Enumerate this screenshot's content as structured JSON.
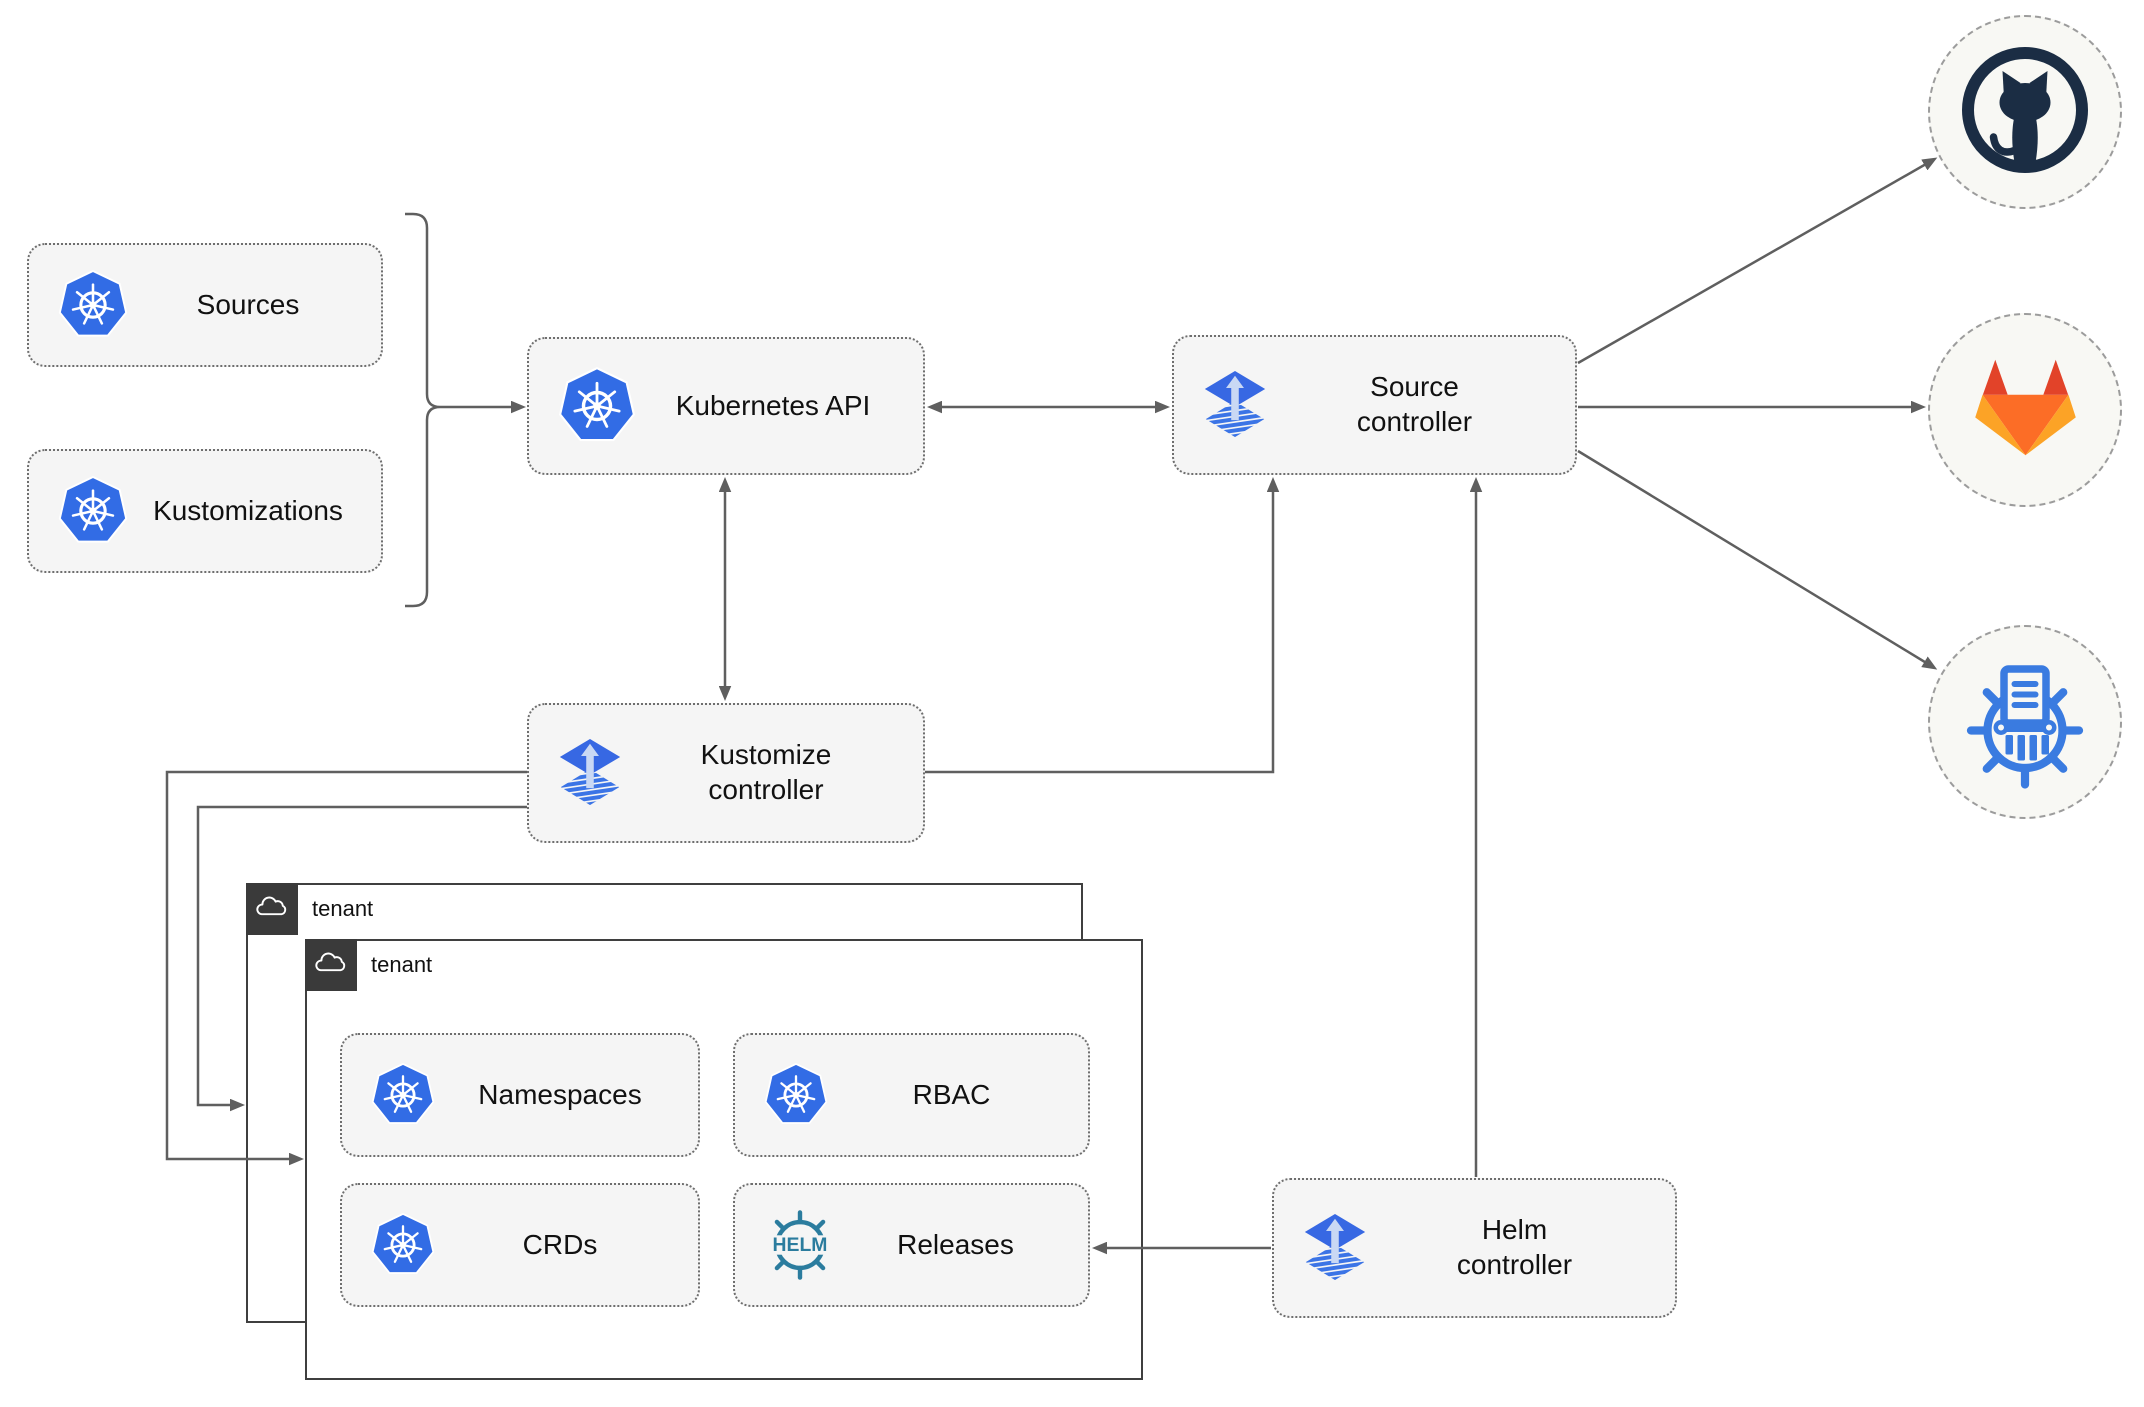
{
  "nodes": {
    "sources": {
      "label": "Sources"
    },
    "kustomizations": {
      "label": "Kustomizations"
    },
    "kubernetes_api": {
      "label": "Kubernetes API"
    },
    "source_controller": {
      "label": "Source controller"
    },
    "kustomize_controller": {
      "label": "Kustomize controller"
    },
    "helm_controller": {
      "label": "Helm controller"
    },
    "namespaces": {
      "label": "Namespaces"
    },
    "rbac": {
      "label": "RBAC"
    },
    "crds": {
      "label": "CRDs"
    },
    "releases": {
      "label": "Releases"
    }
  },
  "tenants": {
    "back": {
      "label": "tenant"
    },
    "front": {
      "label": "tenant"
    }
  },
  "logos": {
    "helm_text": "HELM"
  },
  "endpoints": {
    "github": {
      "icon": "github-icon"
    },
    "gitlab": {
      "icon": "gitlab-icon"
    },
    "registry": {
      "icon": "oci-registry-icon"
    }
  },
  "colors": {
    "kubernetes_blue": "#326ce5",
    "flux_blue": "#3768e3",
    "flux_arrow_light": "#c9d8f4",
    "helm_teal": "#2b7c9e",
    "github_navy": "#1b2d44",
    "gitlab_red": "#e24329",
    "gitlab_orange": "#fc6d26",
    "gitlab_amber": "#fca326",
    "registry_blue": "#3a7be0",
    "wire_gray": "#5f5f5f",
    "node_fill": "#f5f5f5",
    "tenant_tab_dark": "#3a3a3a"
  }
}
